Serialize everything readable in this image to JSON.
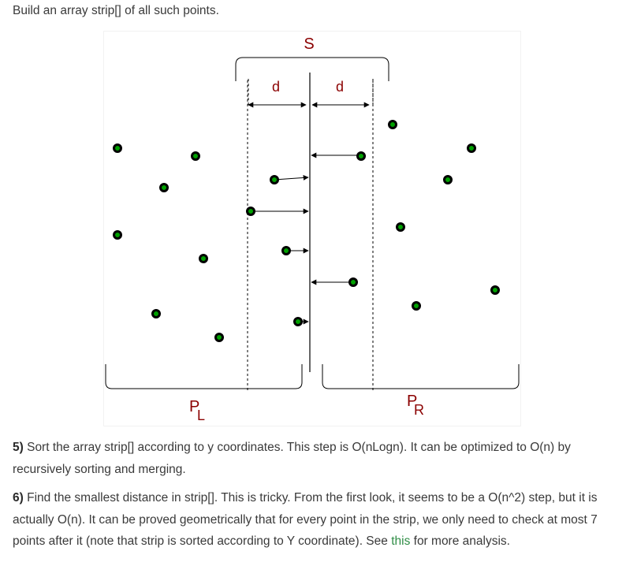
{
  "intro_text": "Build an array strip[] of all such points.",
  "figure": {
    "label_strip": "S",
    "label_d_left": "d",
    "label_d_right": "d",
    "label_left_main": "P",
    "label_left_sub": "L",
    "label_right_main": "P",
    "label_right_sub": "R",
    "label_color": "#8b0000",
    "point_fill": "#00a000",
    "point_stroke": "#000000"
  },
  "step5": {
    "number": "5)",
    "text": " Sort the array strip[] according to y coordinates. This step is O(nLogn). It can be optimized to O(n) by recursively sorting and merging."
  },
  "step6": {
    "number": "6)",
    "text_before_link": " Find the smallest distance in strip[]. This is tricky. From the first look, it seems to be a O(n^2) step, but it is actually O(n). It can be proved geometrically that for every point in the strip, we only need to check at most 7 points after it (note that strip is sorted according to Y coordinate). See ",
    "link": "this",
    "text_after_link": " for more analysis."
  },
  "colors": {
    "text": "#3a3a3a",
    "link": "#2f8d46"
  }
}
